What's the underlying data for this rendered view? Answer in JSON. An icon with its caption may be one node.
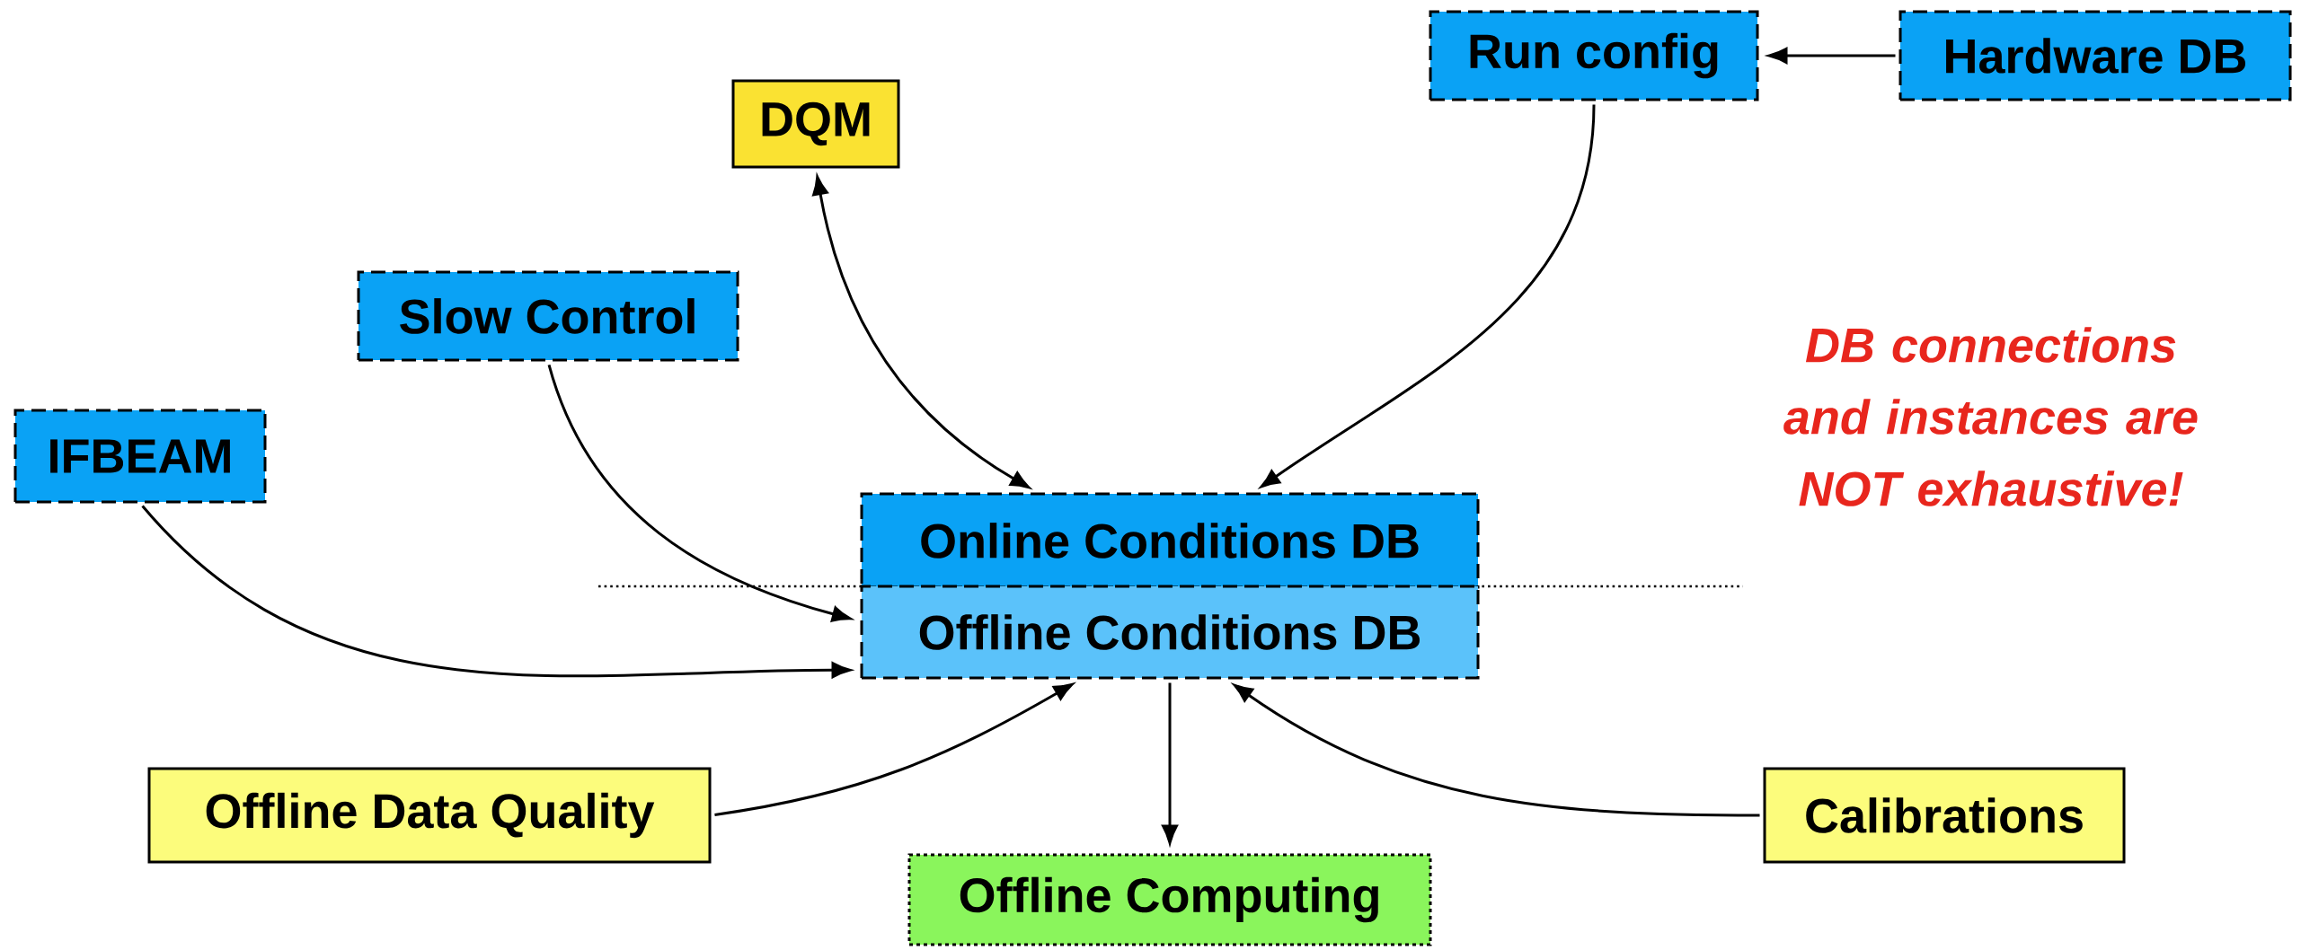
{
  "diagram": {
    "nodes": [
      {
        "text": [
          "DQM"
        ]
      },
      {
        "text": [
          "Run config"
        ]
      },
      {
        "text": [
          "Hardware DB"
        ]
      },
      {
        "text": [
          "Slow Control"
        ]
      },
      {
        "text": [
          "IFBEAM"
        ]
      },
      {
        "text": [
          "Online Conditions DB"
        ]
      },
      {
        "text": [
          "Offline Conditions DB"
        ]
      },
      {
        "text": [
          "Offline Data Quality"
        ]
      },
      {
        "text": [
          "Calibrations"
        ]
      },
      {
        "text": [
          "Offline Computing"
        ]
      }
    ],
    "edges": [
      {
        "from": 2,
        "to": 1,
        "arrow": "to"
      },
      {
        "from": 1,
        "to": 5,
        "arrow": "to"
      },
      {
        "from": 0,
        "to": 5,
        "arrow": "both"
      },
      {
        "from": 3,
        "to": 6,
        "arrow": "to"
      },
      {
        "from": 4,
        "to": 6,
        "arrow": "to"
      },
      {
        "from": 7,
        "to": 6,
        "arrow": "to"
      },
      {
        "from": 8,
        "to": 6,
        "arrow": "to"
      },
      {
        "from": 6,
        "to": 9,
        "arrow": "to"
      }
    ],
    "labels": [
      "DB connections and instances are NOT exhaustive!"
    ]
  }
}
